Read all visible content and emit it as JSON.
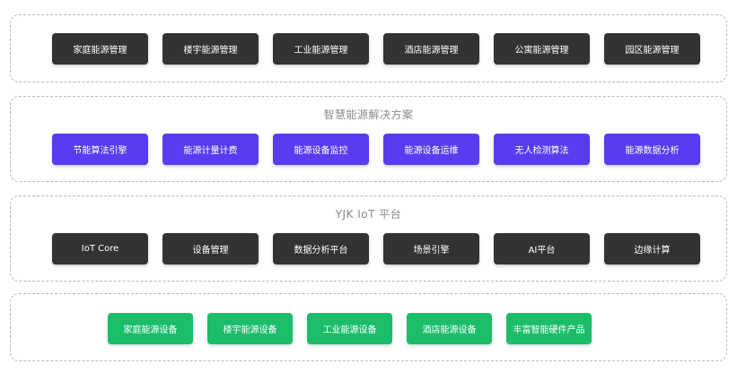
{
  "application_layer": {
    "items": [
      "家庭能源管理",
      "楼宇能源管理",
      "工业能源管理",
      "酒店能源管理",
      "公寓能源管理",
      "园区能源管理"
    ]
  },
  "solutions_layer": {
    "title": "智慧能源解决方案",
    "items": [
      "节能算法引擎",
      "能源计量计费",
      "能源设备监控",
      "能源设备运维",
      "无人检测算法",
      "能源数据分析"
    ]
  },
  "platform_layer": {
    "title": "YJK IoT 平台",
    "items": [
      "IoT Core",
      "设备管理",
      "数据分析平台",
      "场景引擎",
      "AI平台",
      "边缘计算"
    ]
  },
  "device_layer": {
    "items": [
      "家庭能源设备",
      "楼宇能源设备",
      "工业能源设备",
      "酒店能源设备",
      "丰富智能硬件产品"
    ]
  },
  "colors": {
    "application": "#333333",
    "solutions": "#5b3bf0",
    "platform": "#333333",
    "devices": "#1bbd6b",
    "border": "#b9b9b9"
  }
}
